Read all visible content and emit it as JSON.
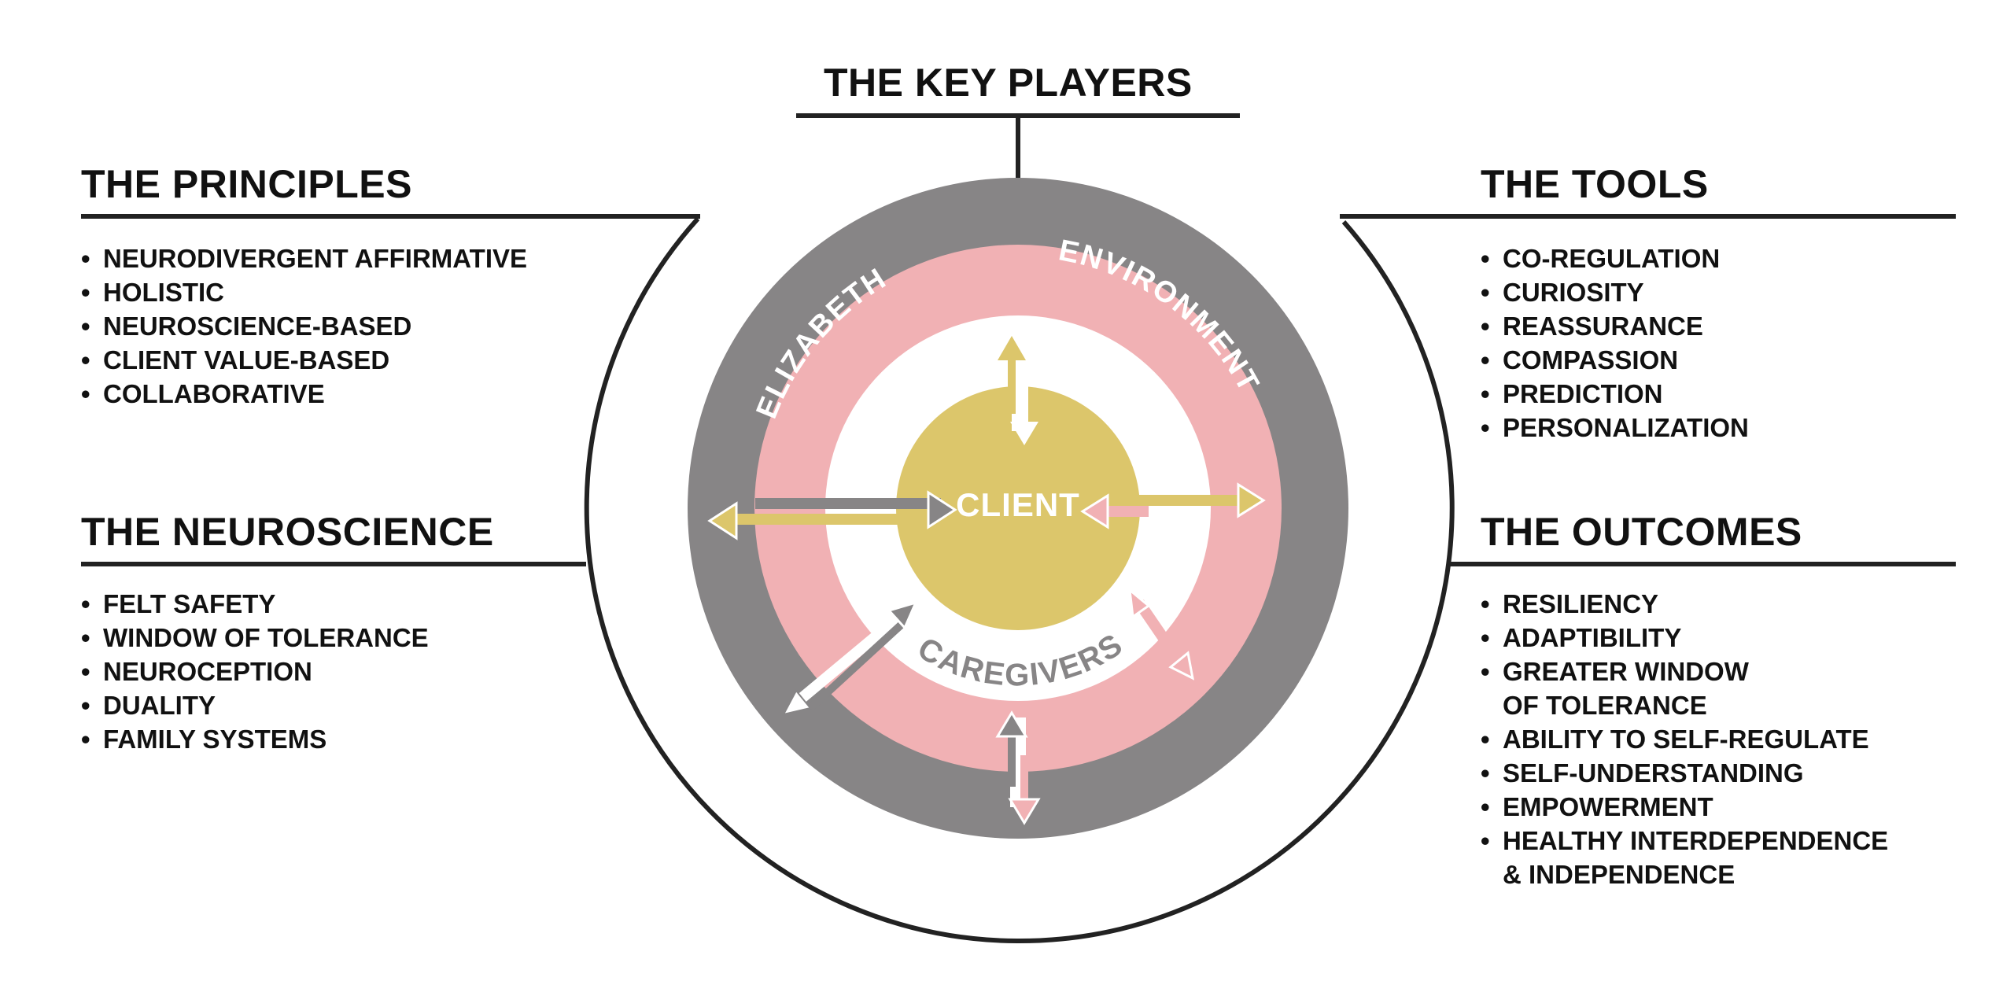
{
  "key_players": {
    "title": "THE KEY PLAYERS"
  },
  "principles": {
    "title": "THE PRINCIPLES",
    "items": [
      "NEURODIVERGENT AFFIRMATIVE",
      "HOLISTIC",
      "NEUROSCIENCE-BASED",
      "CLIENT VALUE-BASED",
      "COLLABORATIVE"
    ]
  },
  "neuroscience": {
    "title": "THE NEUROSCIENCE",
    "items": [
      "FELT SAFETY",
      "WINDOW OF TOLERANCE",
      "NEUROCEPTION",
      "DUALITY",
      "FAMILY SYSTEMS"
    ]
  },
  "tools": {
    "title": "THE TOOLS",
    "items": [
      "CO-REGULATION",
      "CURIOSITY",
      "REASSURANCE",
      "COMPASSION",
      "PREDICTION",
      "PERSONALIZATION"
    ]
  },
  "outcomes": {
    "title": "THE OUTCOMES",
    "items": [
      {
        "line1": "RESILIENCY"
      },
      {
        "line1": "ADAPTIBILITY"
      },
      {
        "line1": "GREATER WINDOW",
        "line2": "OF TOLERANCE"
      },
      {
        "line1": "ABILITY TO SELF-REGULATE"
      },
      {
        "line1": "SELF-UNDERSTANDING"
      },
      {
        "line1": "EMPOWERMENT"
      },
      {
        "line1": "HEALTHY INTERDEPENDENCE",
        "line2": "& INDEPENDENCE"
      }
    ]
  },
  "rings": {
    "outer": "ELIZABETH",
    "middle": "ENVIRONMENT",
    "inner": "CAREGIVERS",
    "center": "CLIENT"
  },
  "colors": {
    "gray": "#878586",
    "pink": "#f1b1b4",
    "gold": "#dcc66b",
    "line": "#222222"
  }
}
